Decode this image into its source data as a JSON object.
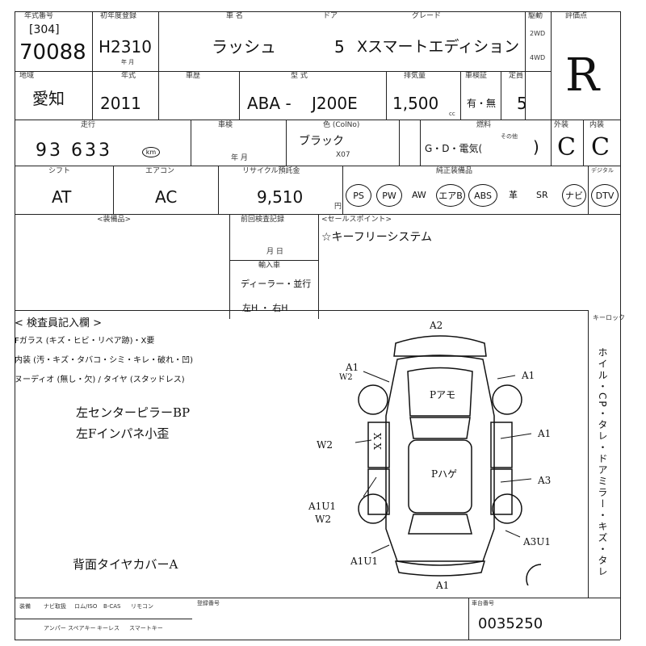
{
  "header": {
    "label_year": "年式番号",
    "label_first_reg": "初年度登録",
    "label_model": "車 名",
    "label_door": "ドア",
    "label_grade": "グレード",
    "label_drive": "駆動",
    "label_score": "評価点",
    "lot_prefix": "[304]",
    "lot_number": "70088",
    "first_reg": "H2310",
    "year_month": "年 月",
    "car_name": "ラッシュ",
    "doors": "5",
    "grade": "Xスマートエディション",
    "drive_2wd": "2WD",
    "drive_4wd": "4WD",
    "score": "R"
  },
  "row2": {
    "label_area": "地域",
    "label_year": "年式",
    "label_reg": "車歴",
    "label_type": "型 式",
    "label_cc": "排気量",
    "label_inspection": "車検証",
    "label_capacity": "定員",
    "area": "愛知",
    "year": "2011",
    "type_prefix": "ABA -",
    "type_code": "J200E",
    "displacement": "1,500",
    "cc": "cc",
    "inspection": "有・無",
    "capacity": "5"
  },
  "row3": {
    "label_mileage": "走行",
    "label_inspect": "車検",
    "label_color": "色 (ColNo)",
    "label_fuel": "燃料",
    "label_exterior": "外装",
    "label_interior": "内装",
    "mileage": "93 633",
    "mileage_unit": "km",
    "inspect_ym": "年 月",
    "color": "ブラック",
    "color_code": "X07",
    "fuel_options": "G・D・電気(",
    "fuel_other": "その他",
    "fuel_close": ")",
    "exterior": "C",
    "interior": "C"
  },
  "row4": {
    "label_shift": "シフト",
    "label_ac": "エアコン",
    "label_recycle": "リサイクル預託金",
    "label_equip": "純正装備品",
    "label_tv": "デジタル",
    "shift": "AT",
    "ac": "AC",
    "recycle": "9,510",
    "recycle_unit": "円",
    "equipment": [
      "PS",
      "PW",
      "AW",
      "エアB",
      "ABS",
      "革",
      "SR",
      "ナビ",
      "DTV"
    ]
  },
  "notes": {
    "label_condition": "<装備品>",
    "label_history": "前回検査記録",
    "history_ym": "月 日",
    "label_import": "輸入車",
    "import_type": "ディーラー・並行",
    "handle": "左H ・ 右H",
    "label_sales": "<セールスポイント>",
    "sales_point": "☆キーフリーシステム"
  },
  "inspection": {
    "title": "< 検査員記入欄 >",
    "line1": "Fガラス (キズ・ヒビ・リペア跡)・X要",
    "line2": "内装 (汚・キズ・タバコ・シミ・キレ・破れ・凹)",
    "line3": "ヌーディオ (無し・欠) / タイヤ (スタッドレス)",
    "note1": "左センターピラーBP",
    "note2": "左Fインパネ小歪",
    "note3": "背面タイヤカバーA",
    "side_label": "ホイル・CP・タレ・ドアミラー・キズ・タレ",
    "keys_label": "キーロック"
  },
  "damage": {
    "front": "A2",
    "front_left": "A1",
    "front_left2": "W2",
    "hood": "Pアモ",
    "front_right": "A1",
    "left_front_door": "W2",
    "right_front_door": "A1",
    "roof": "Pハゲ",
    "right_rear_door": "A3",
    "left_rear": "A1U1",
    "left_rear2": "W2",
    "right_rear": "A3U1",
    "rear_left": "A1U1",
    "rear": "A1",
    "x_marks": "X X"
  },
  "footer": {
    "labels": [
      "装備",
      "ナビ取扱",
      "ロム/ISO",
      "B-CAS",
      "リモコン",
      "登録番号",
      "車台番号"
    ],
    "labels2": [
      "アンパー",
      "スペアキー",
      "キーレス",
      "スマートキー"
    ],
    "chassis_number": "0035250"
  }
}
